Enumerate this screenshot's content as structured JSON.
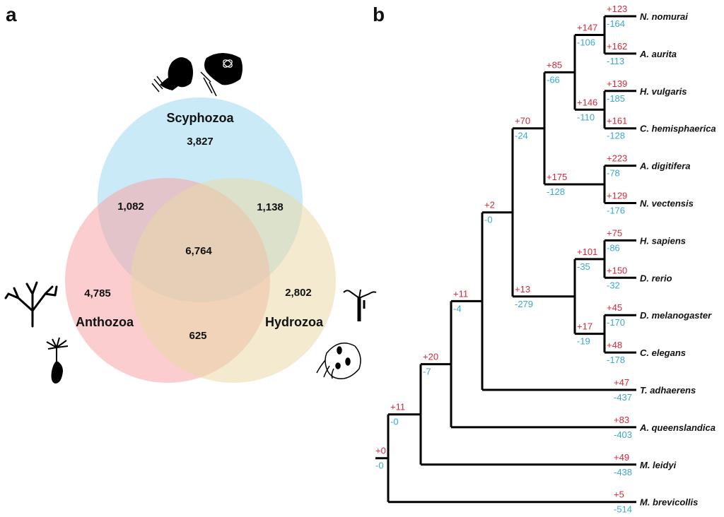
{
  "panels": {
    "a": "a",
    "b": "b"
  },
  "colors": {
    "gain": "#d8283a",
    "loss": "#3aa8d0",
    "scyphozoa": "#a9dcf2",
    "anthozoa": "#f7a4a8",
    "hydrozoa": "#ead9a8"
  },
  "venn": {
    "sets": [
      {
        "name": "Scyphozoa",
        "only": "3,827"
      },
      {
        "name": "Anthozoa",
        "only": "4,785"
      },
      {
        "name": "Hydrozoa",
        "only": "2,802"
      }
    ],
    "overlaps": {
      "scyphozoa_anthozoa": "1,082",
      "scyphozoa_hydrozoa": "1,138",
      "anthozoa_hydrozoa": "625",
      "all_three": "6,764"
    },
    "icons": [
      "jellyfish-silhouette-icon",
      "moon-jellyfish-icon",
      "coral-branch-icon",
      "sea-anemone-icon",
      "hydroid-icon",
      "hydromedusa-icon"
    ]
  },
  "tree": {
    "taxa": [
      {
        "name": "N. nomurai",
        "gain": "+123",
        "loss": "-164"
      },
      {
        "name": "A. aurita",
        "gain": "+162",
        "loss": "-113"
      },
      {
        "name": "H. vulgaris",
        "gain": "+139",
        "loss": "-185"
      },
      {
        "name": "C. hemisphaerica",
        "gain": "+161",
        "loss": "-128"
      },
      {
        "name": "A. digitifera",
        "gain": "+223",
        "loss": "-78"
      },
      {
        "name": "N. vectensis",
        "gain": "+129",
        "loss": "-176"
      },
      {
        "name": "H. sapiens",
        "gain": "+75",
        "loss": "-86"
      },
      {
        "name": "D. rerio",
        "gain": "+150",
        "loss": "-32"
      },
      {
        "name": "D. melanogaster",
        "gain": "+45",
        "loss": "-170"
      },
      {
        "name": "C. elegans",
        "gain": "+48",
        "loss": "-178"
      },
      {
        "name": "T. adhaerens",
        "gain": "+47",
        "loss": "-437"
      },
      {
        "name": "A. queenslandica",
        "gain": "+83",
        "loss": "-403"
      },
      {
        "name": "M. leidyi",
        "gain": "+49",
        "loss": "-438"
      },
      {
        "name": "M. brevicollis",
        "gain": "+5",
        "loss": "-514"
      }
    ],
    "internal": [
      {
        "id": "scyph",
        "gain": "+147",
        "loss": "-106"
      },
      {
        "id": "hydro",
        "gain": "+146",
        "loss": "-110"
      },
      {
        "id": "medusozoa",
        "gain": "+85",
        "loss": "-66"
      },
      {
        "id": "anthozoa",
        "gain": "+175",
        "loss": "-128"
      },
      {
        "id": "cnidaria",
        "gain": "+70",
        "loss": "-24"
      },
      {
        "id": "vert",
        "gain": "+101",
        "loss": "-35"
      },
      {
        "id": "ecdy",
        "gain": "+17",
        "loss": "-19"
      },
      {
        "id": "bilateria",
        "gain": "+13",
        "loss": "-279"
      },
      {
        "id": "planulozoa",
        "gain": "+2",
        "loss": "-0"
      },
      {
        "id": "parahoxozoa",
        "gain": "+11",
        "loss": "-4"
      },
      {
        "id": "metazoa_sponge",
        "gain": "+20",
        "loss": "-7"
      },
      {
        "id": "metazoa",
        "gain": "+11",
        "loss": "-0"
      },
      {
        "id": "root",
        "gain": "+0",
        "loss": "-0"
      }
    ]
  }
}
